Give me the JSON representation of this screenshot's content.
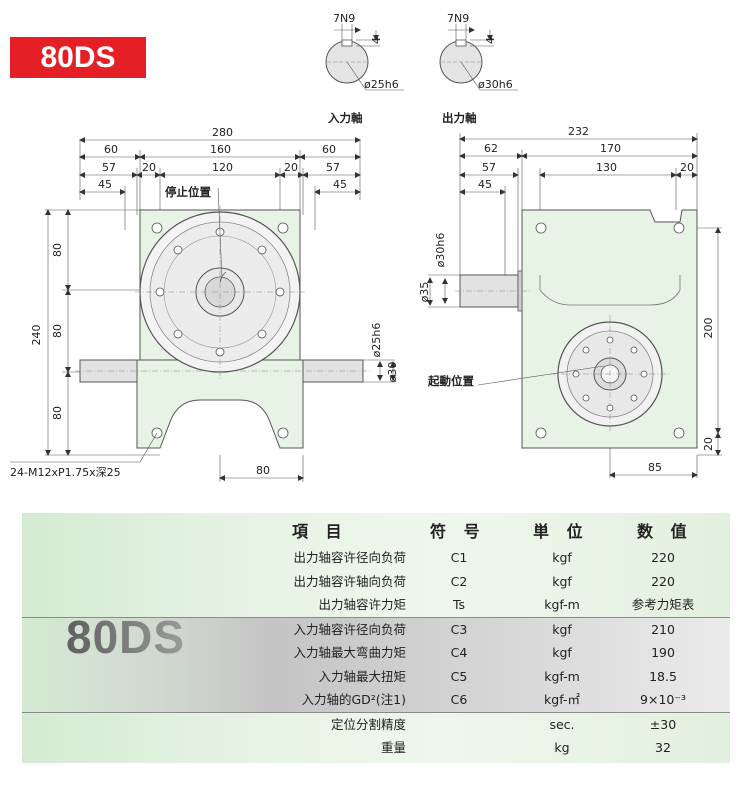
{
  "model": "80DS",
  "shafts": {
    "input": {
      "keyway": "7N9",
      "depth": "4",
      "diameter": "ø25h6",
      "label": "入力軸"
    },
    "output": {
      "keyway": "7N9",
      "depth": "4",
      "diameter": "ø30h6",
      "label": "出力軸"
    }
  },
  "front_view": {
    "dims": {
      "overall": "280",
      "left_flange": "60",
      "center": "160",
      "right_flange": "60",
      "left_57": "57",
      "left_20": "20",
      "center_120": "120",
      "right_20": "20",
      "right_57": "57",
      "left_45": "45",
      "right_45": "45",
      "height_240": "240",
      "v_80_top": "80",
      "v_80_mid": "80",
      "v_80_bottom": "80",
      "shaft_dia": "ø25h6",
      "shaft_30": "ø30",
      "base_80": "80"
    },
    "stop_label": "停止位置",
    "thread_note": "24-M12xP1.75x深25"
  },
  "side_view": {
    "dims": {
      "overall": "232",
      "d62": "62",
      "d170": "170",
      "d57": "57",
      "d130": "130",
      "d20_top": "20",
      "d45": "45",
      "shaft_30h6": "ø30h6",
      "shaft_35": "ø35",
      "height_200": "200",
      "d20_right": "20",
      "base_85": "85"
    },
    "start_label": "起動位置"
  },
  "spec_table": {
    "headers": {
      "item": "項 目",
      "symbol": "符 号",
      "unit": "単 位",
      "value": "数 值"
    },
    "rows": [
      {
        "item": "出力轴容许径向负荷",
        "symbol": "C1",
        "unit": "kgf",
        "value": "220"
      },
      {
        "item": "出力轴容许轴向负荷",
        "symbol": "C2",
        "unit": "kgf",
        "value": "220"
      },
      {
        "item": "出力轴容许力矩",
        "symbol": "Ts",
        "unit": "kgf-m",
        "value": "参考力矩表"
      },
      {
        "item": "入力轴容许径向负荷",
        "symbol": "C3",
        "unit": "kgf",
        "value": "210"
      },
      {
        "item": "入力轴最大弯曲力矩",
        "symbol": "C4",
        "unit": "kgf",
        "value": "190"
      },
      {
        "item": "入力轴最大扭矩",
        "symbol": "C5",
        "unit": "kgf-m",
        "value": "18.5"
      },
      {
        "item": "入力轴的GD²(注1)",
        "symbol": "C6",
        "unit": "kgf-㎡",
        "value": "9×10⁻³"
      },
      {
        "item": "定位分割精度",
        "symbol": "",
        "unit": "sec.",
        "value": "±30"
      },
      {
        "item": "重量",
        "symbol": "",
        "unit": "kg",
        "value": "32"
      }
    ]
  }
}
